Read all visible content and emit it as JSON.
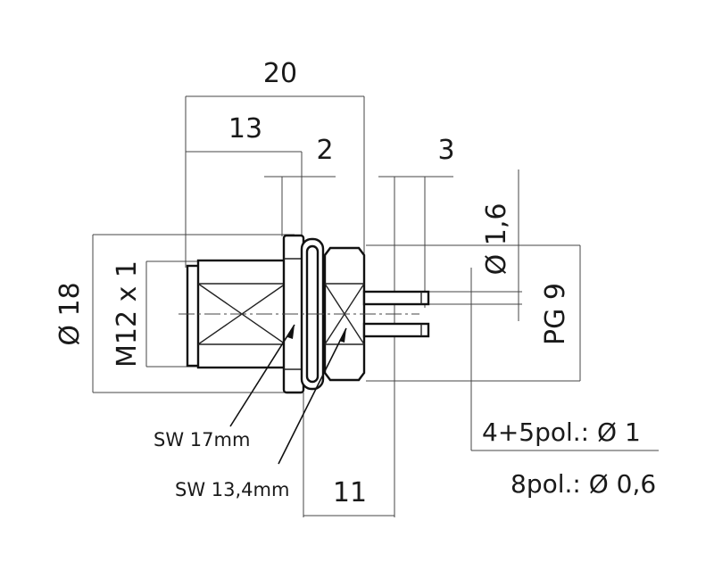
{
  "dimensions": {
    "overall_length": "20",
    "body_length": "13",
    "flange_thickness": "2",
    "pin_pitch": "3",
    "pin_diameter": "Ø 1,6",
    "outer_diameter": "Ø 18",
    "thread": "M12 x 1",
    "mounting_thread": "PG 9",
    "rear_length": "11"
  },
  "wrench_sizes": {
    "flange": "SW 17mm",
    "nut": "SW 13,4mm"
  },
  "pin_notes": {
    "note_4_5_pol": "4+5pol.: Ø 1",
    "note_8_pol": "8pol.: Ø 0,6"
  },
  "colors": {
    "line": "#111111",
    "background": "#ffffff"
  }
}
